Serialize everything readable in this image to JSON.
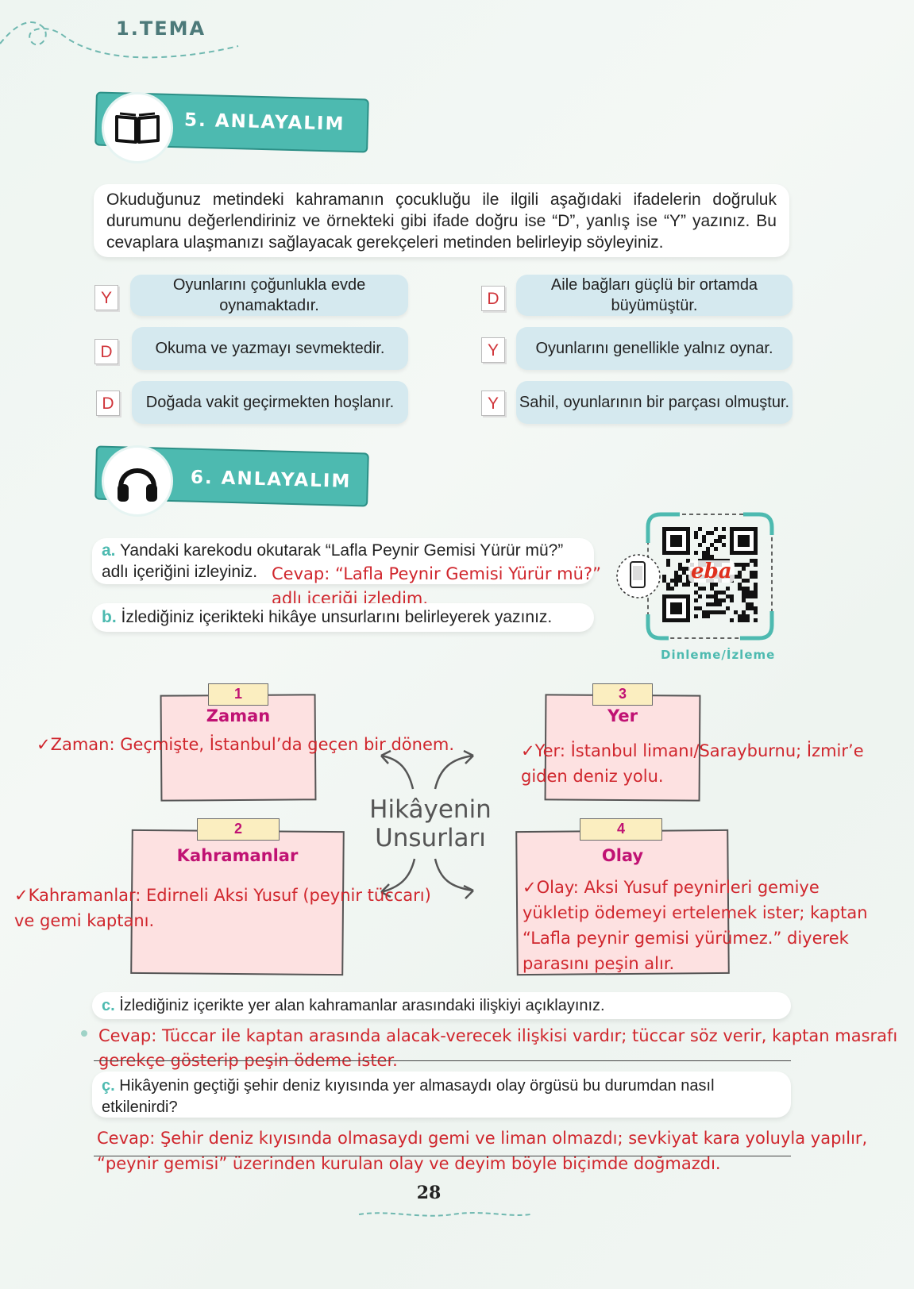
{
  "header": {
    "theme": "1.TEMA"
  },
  "section5": {
    "title": "5. ANLAYALIM",
    "instruction": "Okuduğunuz metindeki kahramanın çocukluğu ile ilgili aşağıdaki ifadelerin doğruluk durumunu değerlendiriniz ve örnekteki gibi ifade doğru ise “D”, yanlış ise “Y” yazınız. Bu cevaplara ulaşmanızı sağlayacak gerekçeleri metinden belirleyip söyleyiniz.",
    "statements": [
      {
        "answer": "Y",
        "text": "Oyunlarını çoğunlukla evde oynamaktadır."
      },
      {
        "answer": "D",
        "text": "Okuma ve yazmayı sevmektedir."
      },
      {
        "answer": "D",
        "text": "Doğada vakit geçirmekten hoşlanır."
      },
      {
        "answer": "D",
        "text": "Aile bağları güçlü bir ortamda büyümüştür."
      },
      {
        "answer": "Y",
        "text": "Oyunlarını genellikle yalnız oynar."
      },
      {
        "answer": "Y",
        "text": "Sahil, oyunlarının bir parçası olmuştur."
      }
    ]
  },
  "section6": {
    "title": "6. ANLAYALIM",
    "qa_letter": "a.",
    "qa_line1": "Yandaki karekodu okutarak “Lafla Peynir Gemisi Yürür mü?”",
    "qa_line2": "adlı içeriğini izleyiniz.",
    "qa_answer_line1": "Cevap: “Lafla Peynir Gemisi Yürür mü?”",
    "qa_answer_line2": "adlı içeriği izledim.",
    "qb_letter": "b.",
    "qb_text": "İzlediğiniz içerikteki hikâye unsurlarını belirleyerek yazınız.",
    "qr_caption": "Dinleme/İzleme",
    "qr_logo": "eba",
    "center_label_line1": "Hikâyenin",
    "center_label_line2": "Unsurları",
    "cards": [
      {
        "num": "1",
        "title": "Zaman",
        "answer": "✓Zaman: Geçmişte, İstanbul’da geçen bir dönem."
      },
      {
        "num": "2",
        "title": "Kahramanlar",
        "answer_line1": "✓Kahramanlar: Edirneli Aksi Yusuf (peynir tüccarı)",
        "answer_line2": "ve gemi kaptanı."
      },
      {
        "num": "3",
        "title": "Yer",
        "answer_line1": "✓Yer: İstanbul limanı/Sarayburnu; İzmir’e",
        "answer_line2": "giden deniz yolu."
      },
      {
        "num": "4",
        "title": "Olay",
        "answer_line1": "✓Olay: Aksi Yusuf peynirleri gemiye",
        "answer_line2": "yükletip ödemeyi ertelemek ister; kaptan",
        "answer_line3": "“Lafla peynir gemisi yürümez.” diyerek",
        "answer_line4": "parasını peşin alır."
      }
    ],
    "qc_letter": "c.",
    "qc_text": "İzlediğiniz içerikte yer alan kahramanlar arasındaki ilişkiyi açıklayınız.",
    "qc_answer_line1": "Cevap: Tüccar ile kaptan arasında alacak-verecek ilişkisi vardır; tüccar söz verir, kaptan masrafı",
    "qc_answer_line2": "gerekçe gösterip peşin ödeme ister.",
    "qd_letter": "ç.",
    "qd_line1": "Hikâyenin geçtiği şehir deniz kıyısında yer almasaydı olay örgüsü bu durumdan nasıl",
    "qd_line2": "etkilenirdi?",
    "qd_answer_line1": "Cevap: Şehir deniz kıyısında olmasaydı gemi ve liman olmazdı; sevkiyat kara yoluyla yapılır,",
    "qd_answer_line2": "“peynir gemisi” üzerinden kurulan olay ve deyim böyle biçimde doğmazdı."
  },
  "footer": {
    "page_number": "28"
  }
}
